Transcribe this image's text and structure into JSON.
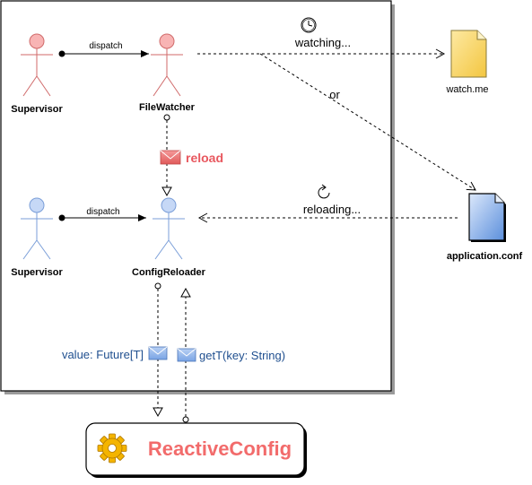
{
  "supervisor_top": {
    "label": "Supervisor",
    "color": "#f08080"
  },
  "file_watcher": {
    "label": "FileWatcher",
    "color": "#f08080"
  },
  "supervisor_bottom": {
    "label": "Supervisor",
    "color": "#9ab8ec"
  },
  "config_reloader": {
    "label": "ConfigReloader",
    "color": "#9ab8ec"
  },
  "dispatch_top": "dispatch",
  "dispatch_bottom": "dispatch",
  "watching": "watching...",
  "or": "or",
  "reload": "reload",
  "reloading": "reloading...",
  "watch_file": {
    "label": "watch.me",
    "color": "#f7d26a"
  },
  "conf_file": {
    "label": "application.conf",
    "color": "#6f9fe0"
  },
  "value_msg": "value: Future[T]",
  "get_msg": "getT(key: String)",
  "reactive_config": "ReactiveConfig",
  "icons": {
    "clock": "clock-icon",
    "refresh": "refresh-icon",
    "envelope": "envelope-icon",
    "gear": "gear-icon"
  },
  "colors": {
    "reload_text": "#e8585f",
    "message_text": "#1f4f8f",
    "reactive_text": "#f26b6b",
    "gear": "#f4b400"
  }
}
